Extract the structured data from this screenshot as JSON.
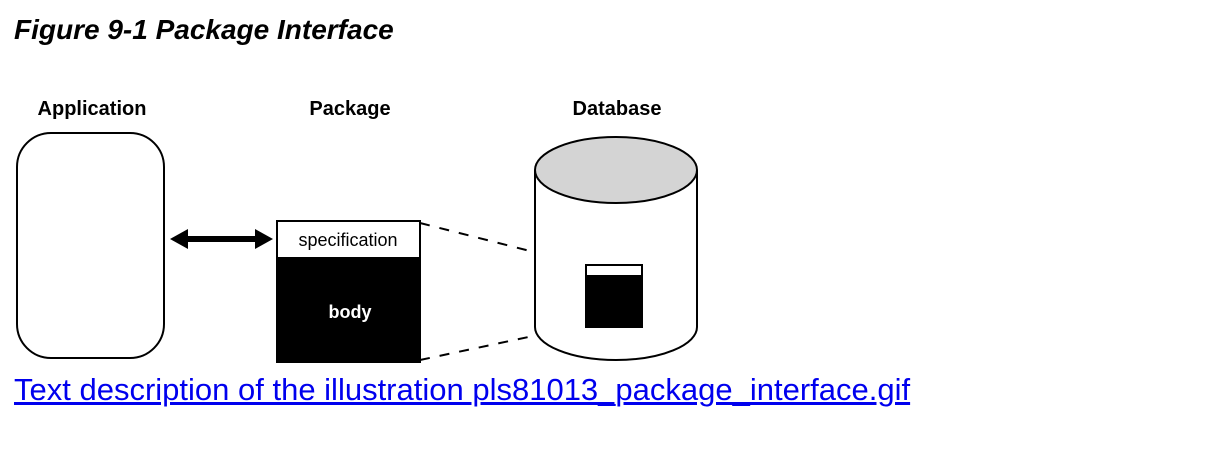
{
  "figure": {
    "title": "Figure 9-1 Package Interface"
  },
  "diagram": {
    "labels": {
      "application": "Application",
      "package": "Package",
      "database": "Database"
    },
    "package": {
      "specification": "specification",
      "body": "body"
    },
    "colors": {
      "database_top": "#d4d4d4",
      "body_fill": "#000000",
      "line": "#000000"
    }
  },
  "link": {
    "text": "Text description of the illustration pls81013_package_interface.gif",
    "color": "#0000ee"
  }
}
